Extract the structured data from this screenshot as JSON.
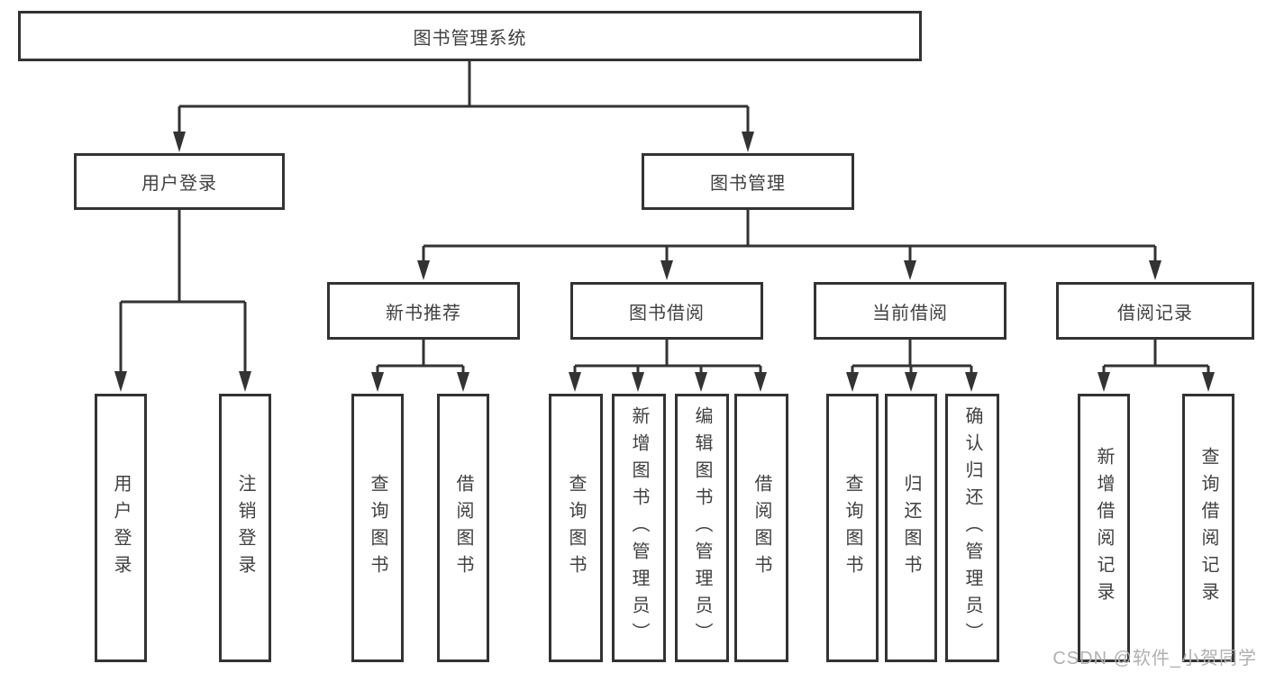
{
  "diagram": {
    "root": {
      "label": "图书管理系统"
    },
    "level2": [
      {
        "label": "用户登录"
      },
      {
        "label": "图书管理"
      }
    ],
    "level3": [
      {
        "label": "新书推荐"
      },
      {
        "label": "图书借阅"
      },
      {
        "label": "当前借阅"
      },
      {
        "label": "借阅记录"
      }
    ],
    "leaves": {
      "user_login": [
        {
          "label": "用户登录"
        },
        {
          "label": "注销登录"
        }
      ],
      "new_book": [
        {
          "label": "查询图书"
        },
        {
          "label": "借阅图书"
        }
      ],
      "book_borrow": [
        {
          "label": "查询图书"
        },
        {
          "label": "新增图书（管理员）"
        },
        {
          "label": "编辑图书（管理员）"
        },
        {
          "label": "借阅图书"
        }
      ],
      "current_borrow": [
        {
          "label": "查询图书"
        },
        {
          "label": "归还图书"
        },
        {
          "label": "确认归还（管理员）"
        }
      ],
      "borrow_record": [
        {
          "label": "新增借阅记录"
        },
        {
          "label": "查询借阅记录"
        }
      ]
    }
  },
  "watermark": {
    "text": "CSDN @软件_小贺同学"
  },
  "colors": {
    "line": "#333333",
    "text": "#404040",
    "watermark": "#b0b0b0",
    "background": "#ffffff"
  }
}
